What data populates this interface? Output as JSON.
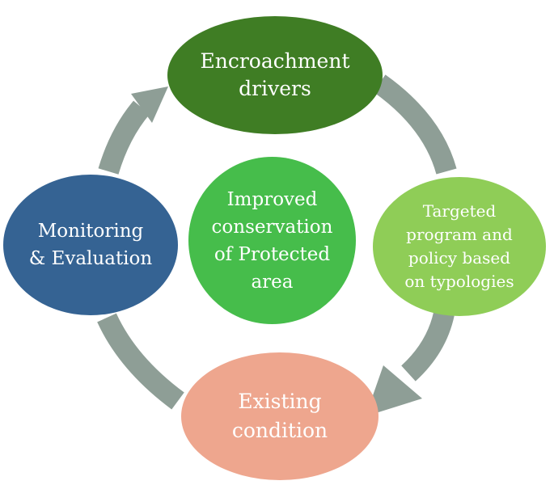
{
  "diagram": {
    "nodes": [
      {
        "id": "encroachment",
        "label": "Encroachment\ndrivers",
        "color": "#3f7d24"
      },
      {
        "id": "targeted",
        "label": "Targeted\nprogram and\npolicy based\non typologies",
        "color": "#8fcd57"
      },
      {
        "id": "existing",
        "label": "Existing\ncondition",
        "color": "#eea68e"
      },
      {
        "id": "monitoring",
        "label": "Monitoring\n& Evaluation",
        "color": "#356393"
      },
      {
        "id": "center",
        "label": "Improved\nconservation\nof Protected\narea",
        "color": "#46bd4b"
      }
    ],
    "cycle": [
      "encroachment",
      "targeted",
      "existing",
      "monitoring"
    ],
    "arrow_color": "#8e9e96"
  }
}
